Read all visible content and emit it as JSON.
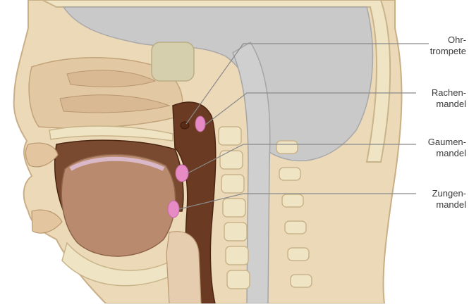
{
  "labels": {
    "ohrtrompete": {
      "line1": "Ohr-",
      "line2": "trompete"
    },
    "rachenmandel": {
      "line1": "Rachen-",
      "line2": "mandel"
    },
    "gaumenmandel": {
      "line1": "Gaumen-",
      "line2": "mandel"
    },
    "zungenmandel": {
      "line1": "Zungen-",
      "line2": "mandel"
    }
  },
  "colors": {
    "skin": "#ecd9b8",
    "bone": "#efe4c4",
    "brain": "#c9c9c9",
    "cavity": "#6b3a22",
    "tongue": "#b98a6e",
    "tonsil": "#e68bc4",
    "leader_line": "#8a8a8a"
  }
}
